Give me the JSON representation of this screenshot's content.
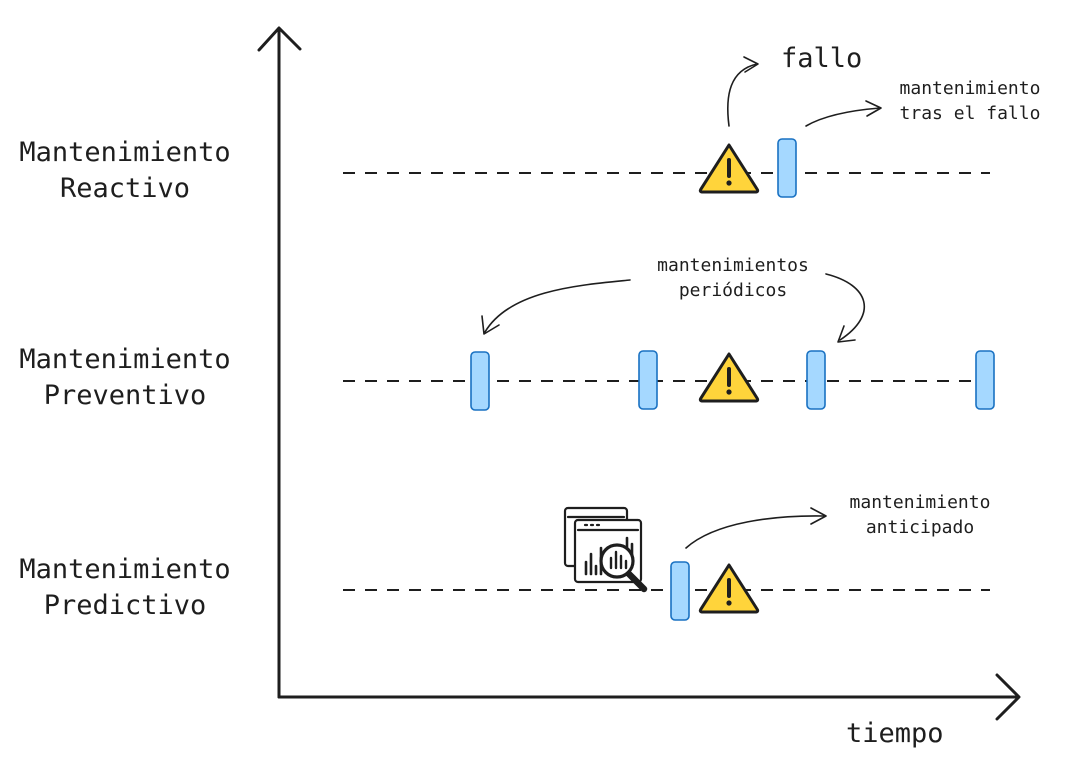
{
  "rows": [
    {
      "line1": "Mantenimiento",
      "line2": "Reactivo"
    },
    {
      "line1": "Mantenimiento",
      "line2": "Preventivo"
    },
    {
      "line1": "Mantenimiento",
      "line2": "Predictivo"
    }
  ],
  "annotations": {
    "fallo": "fallo",
    "tras_fallo_1": "mantenimiento",
    "tras_fallo_2": "tras el fallo",
    "periodicos_1": "mantenimientos",
    "periodicos_2": "periódicos",
    "anticipado_1": "mantenimiento",
    "anticipado_2": "anticipado"
  },
  "axis": {
    "x_label": "tiempo"
  },
  "icons": {
    "warning": "warning-icon",
    "maintenance": "maintenance-marker",
    "analytics": "analytics-magnifier-icon"
  },
  "colors": {
    "warning_fill": "#ffd43b",
    "marker_fill": "#a5d8ff",
    "marker_stroke": "#1971c2",
    "ink": "#1e1e1e"
  }
}
